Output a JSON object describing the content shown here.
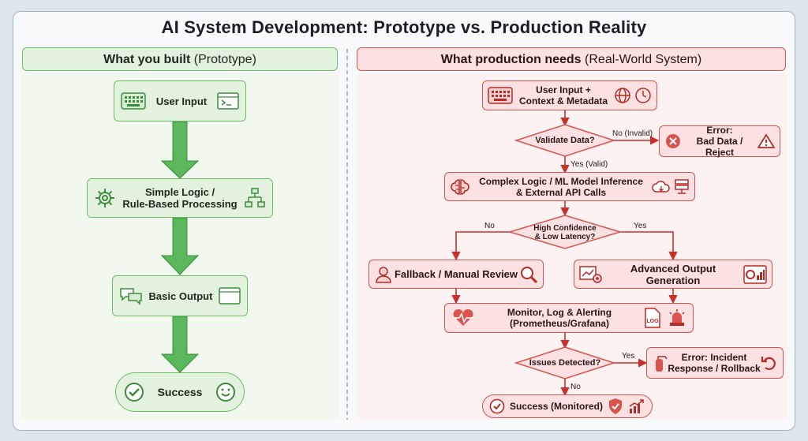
{
  "title": "AI System Development: Prototype vs. Production Reality",
  "left": {
    "header_bold": "What you built",
    "header_light": "(Prototype)",
    "steps": {
      "user_input": "User Input",
      "logic_1": "Simple Logic /",
      "logic_2": "Rule-Based Processing",
      "output": "Basic Output",
      "success": "Success"
    }
  },
  "right": {
    "header_bold": "What production needs",
    "header_light": "(Real-World System)",
    "input_1": "User Input +",
    "input_2": "Context & Metadata",
    "validate": "Validate Data?",
    "no_invalid": "No (Invalid)",
    "yes_valid": "Yes (Valid)",
    "error_bad_1": "Error:",
    "error_bad_2": "Bad Data / Reject",
    "complex_1": "Complex Logic / ML Model Inference",
    "complex_2": "& External API Calls",
    "confidence_1": "High Confidence",
    "confidence_2": "& Low Latency?",
    "no": "No",
    "yes": "Yes",
    "fallback": "Fallback / Manual Review",
    "advanced": "Advanced Output Generation",
    "monitor_1": "Monitor, Log & Alerting",
    "monitor_2": "(Prometheus/Grafana)",
    "log_badge": "LOG",
    "issues": "Issues Detected?",
    "yes_issues": "Yes",
    "no_issues": "No",
    "incident_1": "Error: Incident",
    "incident_2": "Response / Rollback",
    "success": "Success (Monitored)"
  },
  "colors": {
    "green_fill": "#e3f2df",
    "green_border": "#6ebd65",
    "green_arrow": "#5cb85c",
    "red_fill": "#fbe1e1",
    "red_border": "#d9534f",
    "red_arrow": "#c9302c"
  }
}
